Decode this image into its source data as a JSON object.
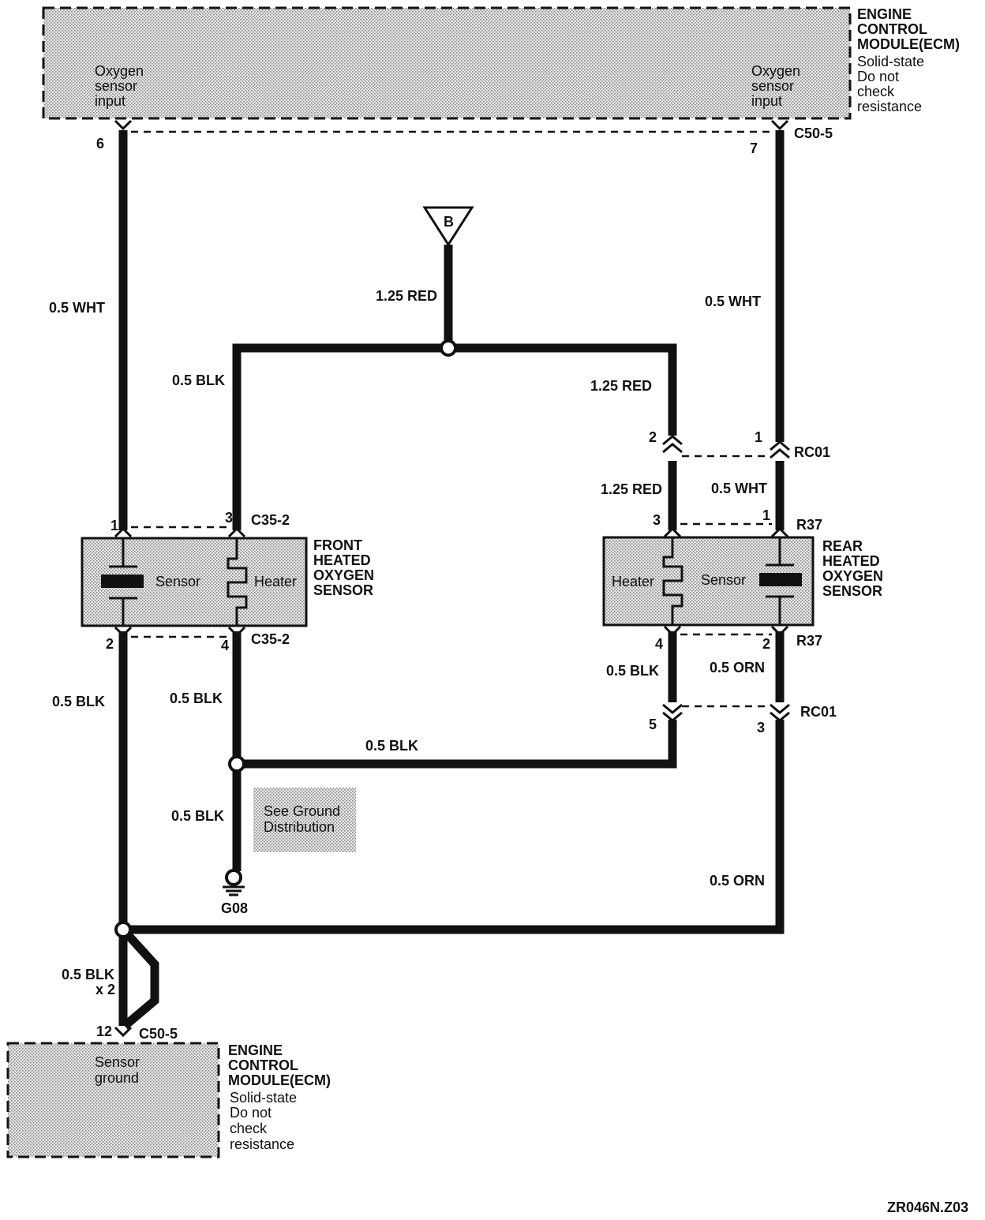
{
  "ecm_top": {
    "title_lines": [
      "ENGINE",
      "CONTROL",
      "MODULE(ECM)"
    ],
    "note_lines": [
      "Solid-state",
      "Do not",
      "check",
      "resistance"
    ],
    "left_input_lines": [
      "Oxygen",
      "sensor",
      "input"
    ],
    "right_input_lines": [
      "Oxygen",
      "sensor",
      "input"
    ],
    "pin_left": "6",
    "pin_right": "7",
    "connector": "C50-5"
  },
  "ecm_bottom": {
    "title_lines": [
      "ENGINE",
      "CONTROL",
      "MODULE(ECM)"
    ],
    "note_lines": [
      "Solid-state",
      "Do not",
      "check",
      "resistance"
    ],
    "input_lines": [
      "Sensor",
      "ground"
    ],
    "pin": "12",
    "connector": "C50-5"
  },
  "battery_terminal": "B",
  "wires": {
    "left_wht": "0.5 WHT",
    "right_wht_top": "0.5 WHT",
    "red_feed": "1.25 RED",
    "red_right": "1.25 RED",
    "red_rear": "1.25 RED",
    "wht_rear": "0.5 WHT",
    "blk_front_heater_top": "0.5 BLK",
    "blk_front_left": "0.5 BLK",
    "blk_front_heater_bottom": "0.5 BLK",
    "blk_cross": "0.5 BLK",
    "blk_ground": "0.5 BLK",
    "blk_rear": "0.5 BLK",
    "orn_rear": "0.5 ORN",
    "orn_bottom": "0.5 ORN",
    "blk_x2_lines": [
      "0.5 BLK",
      "x 2"
    ]
  },
  "front_sensor": {
    "name_lines": [
      "FRONT",
      "HEATED",
      "OXYGEN",
      "SENSOR"
    ],
    "sensor_label": "Sensor",
    "heater_label": "Heater",
    "connector_top": "C35-2",
    "connector_bottom": "C35-2",
    "pins": {
      "p1": "1",
      "p3": "3",
      "p2": "2",
      "p4": "4"
    }
  },
  "rear_sensor": {
    "name_lines": [
      "REAR",
      "HEATED",
      "OXYGEN",
      "SENSOR"
    ],
    "sensor_label": "Sensor",
    "heater_label": "Heater",
    "connector_top": "R37",
    "connector_bottom": "R37",
    "pins": {
      "p3": "3",
      "p1": "1",
      "p4": "4",
      "p2": "2"
    }
  },
  "rc01_top": {
    "label": "RC01",
    "pin_left": "2",
    "pin_right": "1"
  },
  "rc01_bottom": {
    "label": "RC01",
    "pin_left": "5",
    "pin_right": "3"
  },
  "ground": {
    "label": "G08",
    "note_lines": [
      "See Ground",
      "Distribution"
    ]
  },
  "figure_id": "ZR046N.Z03",
  "colors": {
    "ink": "#111111",
    "shade": "#d6d6d6",
    "paper": "#ffffff"
  }
}
